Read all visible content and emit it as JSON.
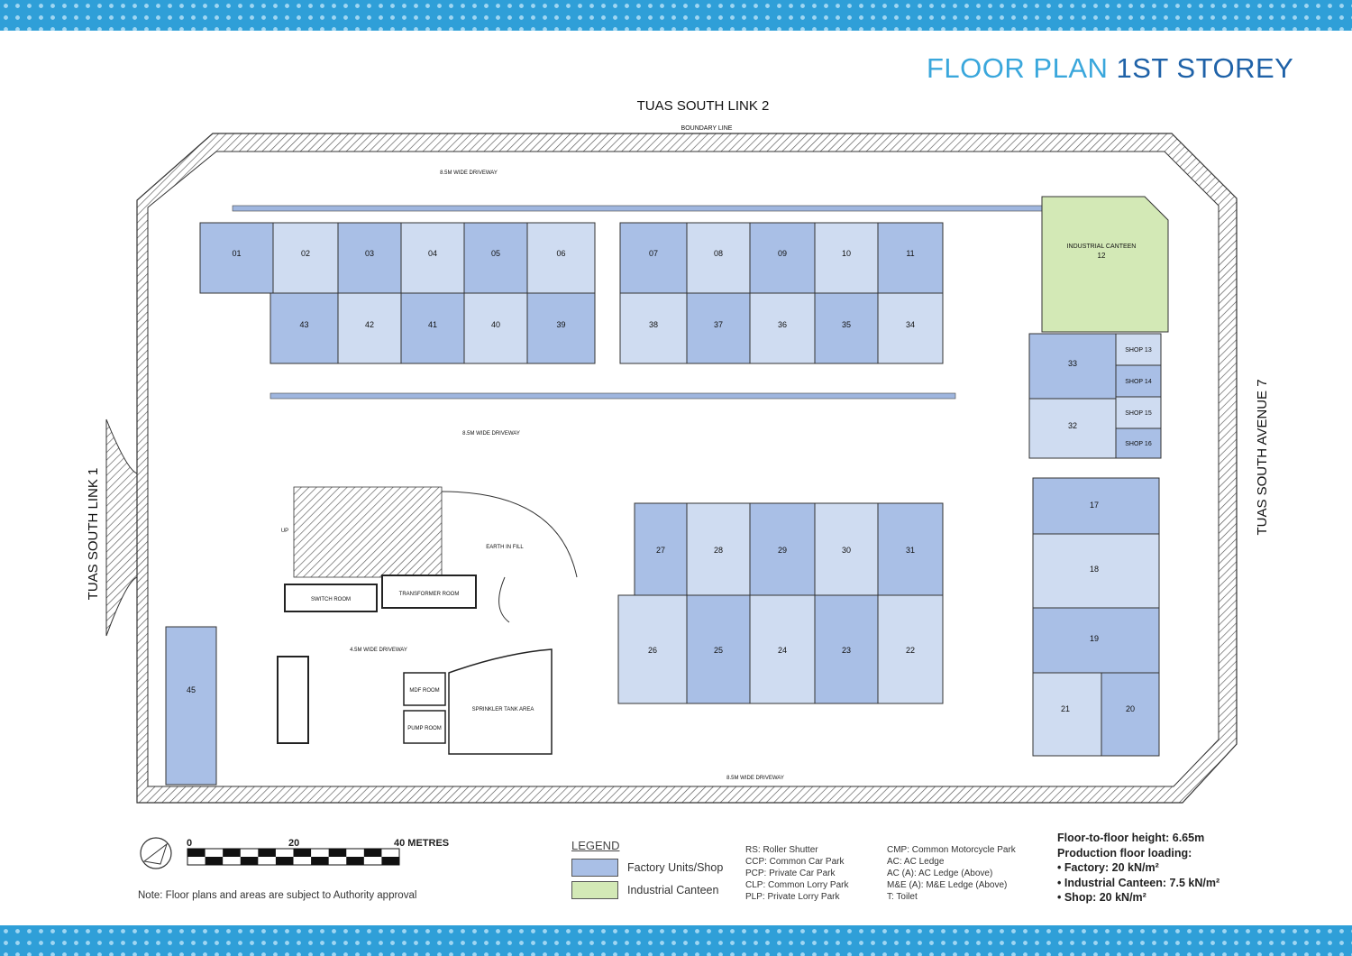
{
  "title": {
    "part1": "FLOOR PLAN",
    "part2": "1ST STOREY"
  },
  "roads": {
    "north": "TUAS SOUTH LINK 2",
    "west": "TUAS SOUTH LINK 1",
    "east": "TUAS SOUTH AVENUE 7"
  },
  "labels": {
    "boundary_line": "BOUNDARY LINE",
    "driveway_top": "8.5M WIDE DRIVEWAY",
    "driveway_mid": "8.5M WIDE DRIVEWAY",
    "driveway_bottom": "8.5M WIDE DRIVEWAY",
    "driveway_inner": "4.5M WIDE DRIVEWAY",
    "switch_room": "SWITCH ROOM",
    "transformer_room": "TRANSFORMER ROOM",
    "mdf_room": "MDF ROOM",
    "pump_room": "PUMP ROOM",
    "sprinkler_tank": "SPRINKLER TANK AREA",
    "earth_fill": "EARTH IN FILL",
    "up": "UP",
    "canteen": "INDUSTRIAL CANTEEN"
  },
  "units": {
    "row_top": [
      "01",
      "02",
      "03",
      "04",
      "05",
      "06",
      "07",
      "08",
      "09",
      "10",
      "11"
    ],
    "row_top2": [
      "43",
      "42",
      "41",
      "40",
      "39",
      "38",
      "37",
      "36",
      "35",
      "34"
    ],
    "canteen_no": "12",
    "shops": [
      "SHOP 13",
      "SHOP 14",
      "SHOP 15",
      "SHOP 16"
    ],
    "east_mid": [
      "33",
      "32"
    ],
    "east_low": [
      "17",
      "18",
      "19",
      "21",
      "20"
    ],
    "center_top": [
      "27",
      "28",
      "29",
      "30",
      "31"
    ],
    "center_bottom": [
      "26",
      "25",
      "24",
      "23",
      "22"
    ],
    "west": "45"
  },
  "scale": {
    "zero": "0",
    "mid": "20",
    "end": "40 METRES"
  },
  "legend": {
    "title": "LEGEND",
    "items": [
      {
        "label": "Factory Units/Shop",
        "color": "#a9bfe6"
      },
      {
        "label": "Industrial Canteen",
        "color": "#d3e9b6"
      }
    ]
  },
  "abbreviations_col1": [
    "RS: Roller Shutter",
    "CCP: Common Car Park",
    "PCP: Private Car Park",
    "CLP: Common Lorry Park",
    "PLP: Private Lorry Park"
  ],
  "abbreviations_col2": [
    "CMP: Common Motorcycle Park",
    "AC: AC Ledge",
    "AC (A): AC Ledge (Above)",
    "M&E (A): M&E Ledge (Above)",
    "T: Toilet"
  ],
  "specs": {
    "height": "Floor-to-floor height: 6.65m",
    "loading": "Production floor loading:",
    "factory": "• Factory: 20 kN/m²",
    "canteen": "• Industrial Canteen: 7.5 kN/m²",
    "shop": "• Shop: 20 kN/m²"
  },
  "note": "Note: Floor plans and areas are subject to Authority approval",
  "colors": {
    "unit_dark": "#a9bfe6",
    "unit_light": "#cfdcf1",
    "canteen": "#d3e9b6",
    "title_light": "#3aa7dc",
    "title_dark": "#1f62a8",
    "band": "#2f9fd8"
  }
}
